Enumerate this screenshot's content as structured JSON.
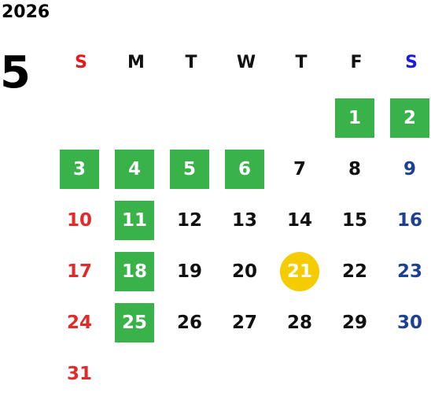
{
  "calendar": {
    "year": "2026",
    "month": "5",
    "weekdays": [
      "S",
      "M",
      "T",
      "W",
      "T",
      "F",
      "S"
    ],
    "days": [
      "1",
      "2",
      "3",
      "4",
      "5",
      "6",
      "7",
      "8",
      "9",
      "10",
      "11",
      "12",
      "13",
      "14",
      "15",
      "16",
      "17",
      "18",
      "19",
      "20",
      "21",
      "22",
      "23",
      "24",
      "25",
      "26",
      "27",
      "28",
      "29",
      "30",
      "31"
    ],
    "holidays": [
      1,
      2,
      3,
      4,
      5,
      6,
      11,
      18,
      25
    ],
    "today": 21,
    "colors": {
      "holiday_bg": "#3ab24a",
      "today_bg": "#f5cc00",
      "sunday": "#e12a2a",
      "saturday": "#1d3f94",
      "sunday_header": "#e8171b",
      "saturday_header": "#1a1ae6"
    }
  }
}
